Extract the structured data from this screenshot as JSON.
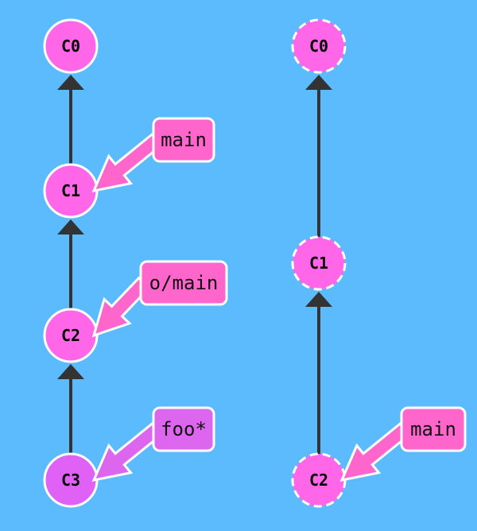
{
  "colors": {
    "background": "#5cbbfc",
    "commit_fill": "#ff66e8",
    "commit_fill_head": "#e061f5",
    "branch_fill": "#ff66cc",
    "branch_fill_head": "#dd66ee",
    "edge": "#333333",
    "outline": "#ffffff"
  },
  "local": {
    "commits": [
      {
        "id": "C0",
        "label": "C0",
        "head": false
      },
      {
        "id": "C1",
        "label": "C1",
        "head": false
      },
      {
        "id": "C2",
        "label": "C2",
        "head": false
      },
      {
        "id": "C3",
        "label": "C3",
        "head": true
      }
    ],
    "edges": [
      {
        "from": "C1",
        "to": "C0"
      },
      {
        "from": "C2",
        "to": "C1"
      },
      {
        "from": "C3",
        "to": "C2"
      }
    ],
    "branches": [
      {
        "name": "main",
        "target": "C1",
        "head": false
      },
      {
        "name": "o/main",
        "target": "C2",
        "head": false
      },
      {
        "name": "foo*",
        "target": "C3",
        "head": true
      }
    ]
  },
  "remote": {
    "commits": [
      {
        "id": "C0",
        "label": "C0",
        "head": false
      },
      {
        "id": "C1",
        "label": "C1",
        "head": false
      },
      {
        "id": "C2",
        "label": "C2",
        "head": false
      }
    ],
    "edges": [
      {
        "from": "C1",
        "to": "C0"
      },
      {
        "from": "C2",
        "to": "C1"
      }
    ],
    "branches": [
      {
        "name": "main",
        "target": "C2",
        "head": false
      }
    ]
  }
}
